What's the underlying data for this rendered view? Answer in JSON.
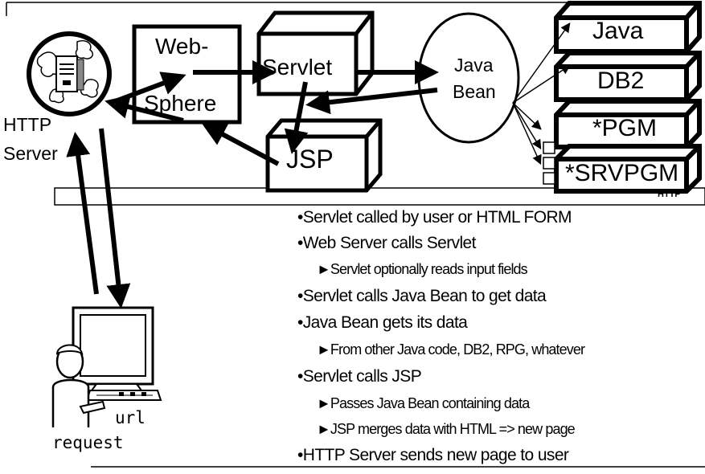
{
  "labels": {
    "websphere_line1": "Web-",
    "websphere_line2": "Sphere",
    "servlet": "Servlet",
    "javabean_line1": "Java",
    "javabean_line2": "Bean",
    "jsp": "JSP",
    "http_server_line1": "HTTP",
    "http_server_line2": "Server",
    "box_java": "Java",
    "box_db2": "DB2",
    "box_pgm": "*PGM",
    "box_srvpgm": "*SRVPGM",
    "http_tag": "HTTP",
    "url": "url",
    "request": "request"
  },
  "bullets": [
    {
      "text": "•Servlet called by user or HTML FORM",
      "level": 1
    },
    {
      "text": "•Web Server calls Servlet",
      "level": 1
    },
    {
      "text": "►Servlet optionally reads input fields",
      "level": 2
    },
    {
      "text": "•Servlet calls Java Bean to get data",
      "level": 1
    },
    {
      "text": "•Java Bean gets its data",
      "level": 1
    },
    {
      "text": "►From other Java code, DB2, RPG, whatever",
      "level": 2
    },
    {
      "text": "•Servlet calls JSP",
      "level": 1
    },
    {
      "text": "►Passes Java Bean containing data",
      "level": 2
    },
    {
      "text": "►JSP merges data with HTML => new page",
      "level": 2
    },
    {
      "text": "•HTTP Server sends new page to user",
      "level": 1
    }
  ]
}
